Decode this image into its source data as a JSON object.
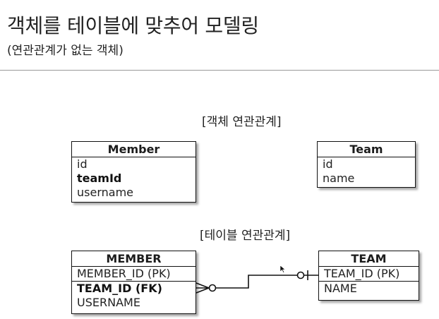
{
  "slide": {
    "title": "객체를 테이블에 맞추어 모델링",
    "subtitle": "(연관관계가 없는 객체)"
  },
  "object_section": {
    "label": "[객체 연관관계]",
    "member": {
      "name": "Member",
      "attributes": [
        "id",
        "teamId",
        "username"
      ]
    },
    "team": {
      "name": "Team",
      "attributes": [
        "id",
        "name"
      ]
    }
  },
  "table_section": {
    "label": "[테이블 연관관계]",
    "member_table": {
      "name": "MEMBER",
      "primary_key": "MEMBER_ID (PK)",
      "foreign_key": "TEAM_ID (FK)",
      "columns": [
        "USERNAME"
      ]
    },
    "team_table": {
      "name": "TEAM",
      "primary_key": "TEAM_ID (PK)",
      "columns": [
        "NAME"
      ]
    }
  },
  "colors": {
    "line": "#111111",
    "text": "#222222",
    "divider": "#9a9a9a"
  }
}
